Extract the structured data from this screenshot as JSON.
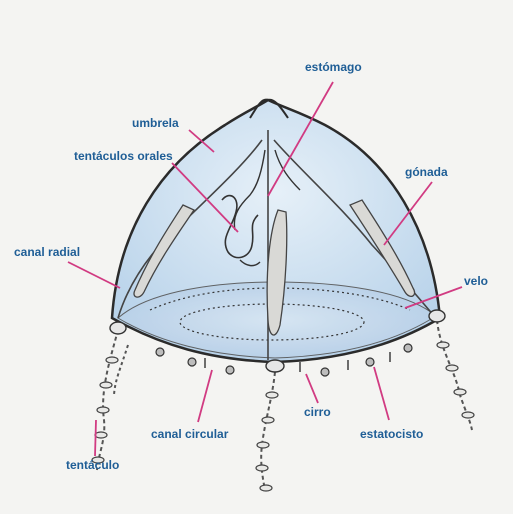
{
  "colors": {
    "label_text": "#1f5e96",
    "leader_line": "#d13b82",
    "bell_fill": "#c9dff0",
    "bell_outline": "#333333",
    "background": "#f4f4f2"
  },
  "labels": {
    "estomago": "estómago",
    "umbrela": "umbrela",
    "tentaculos_orales": "tentáculos orales",
    "gonada": "gónada",
    "canal_radial": "canal radial",
    "velo": "velo",
    "canal_circular": "canal circular",
    "cirro": "cirro",
    "estatocisto": "estatocisto",
    "tentaculo": "tentáculo"
  }
}
